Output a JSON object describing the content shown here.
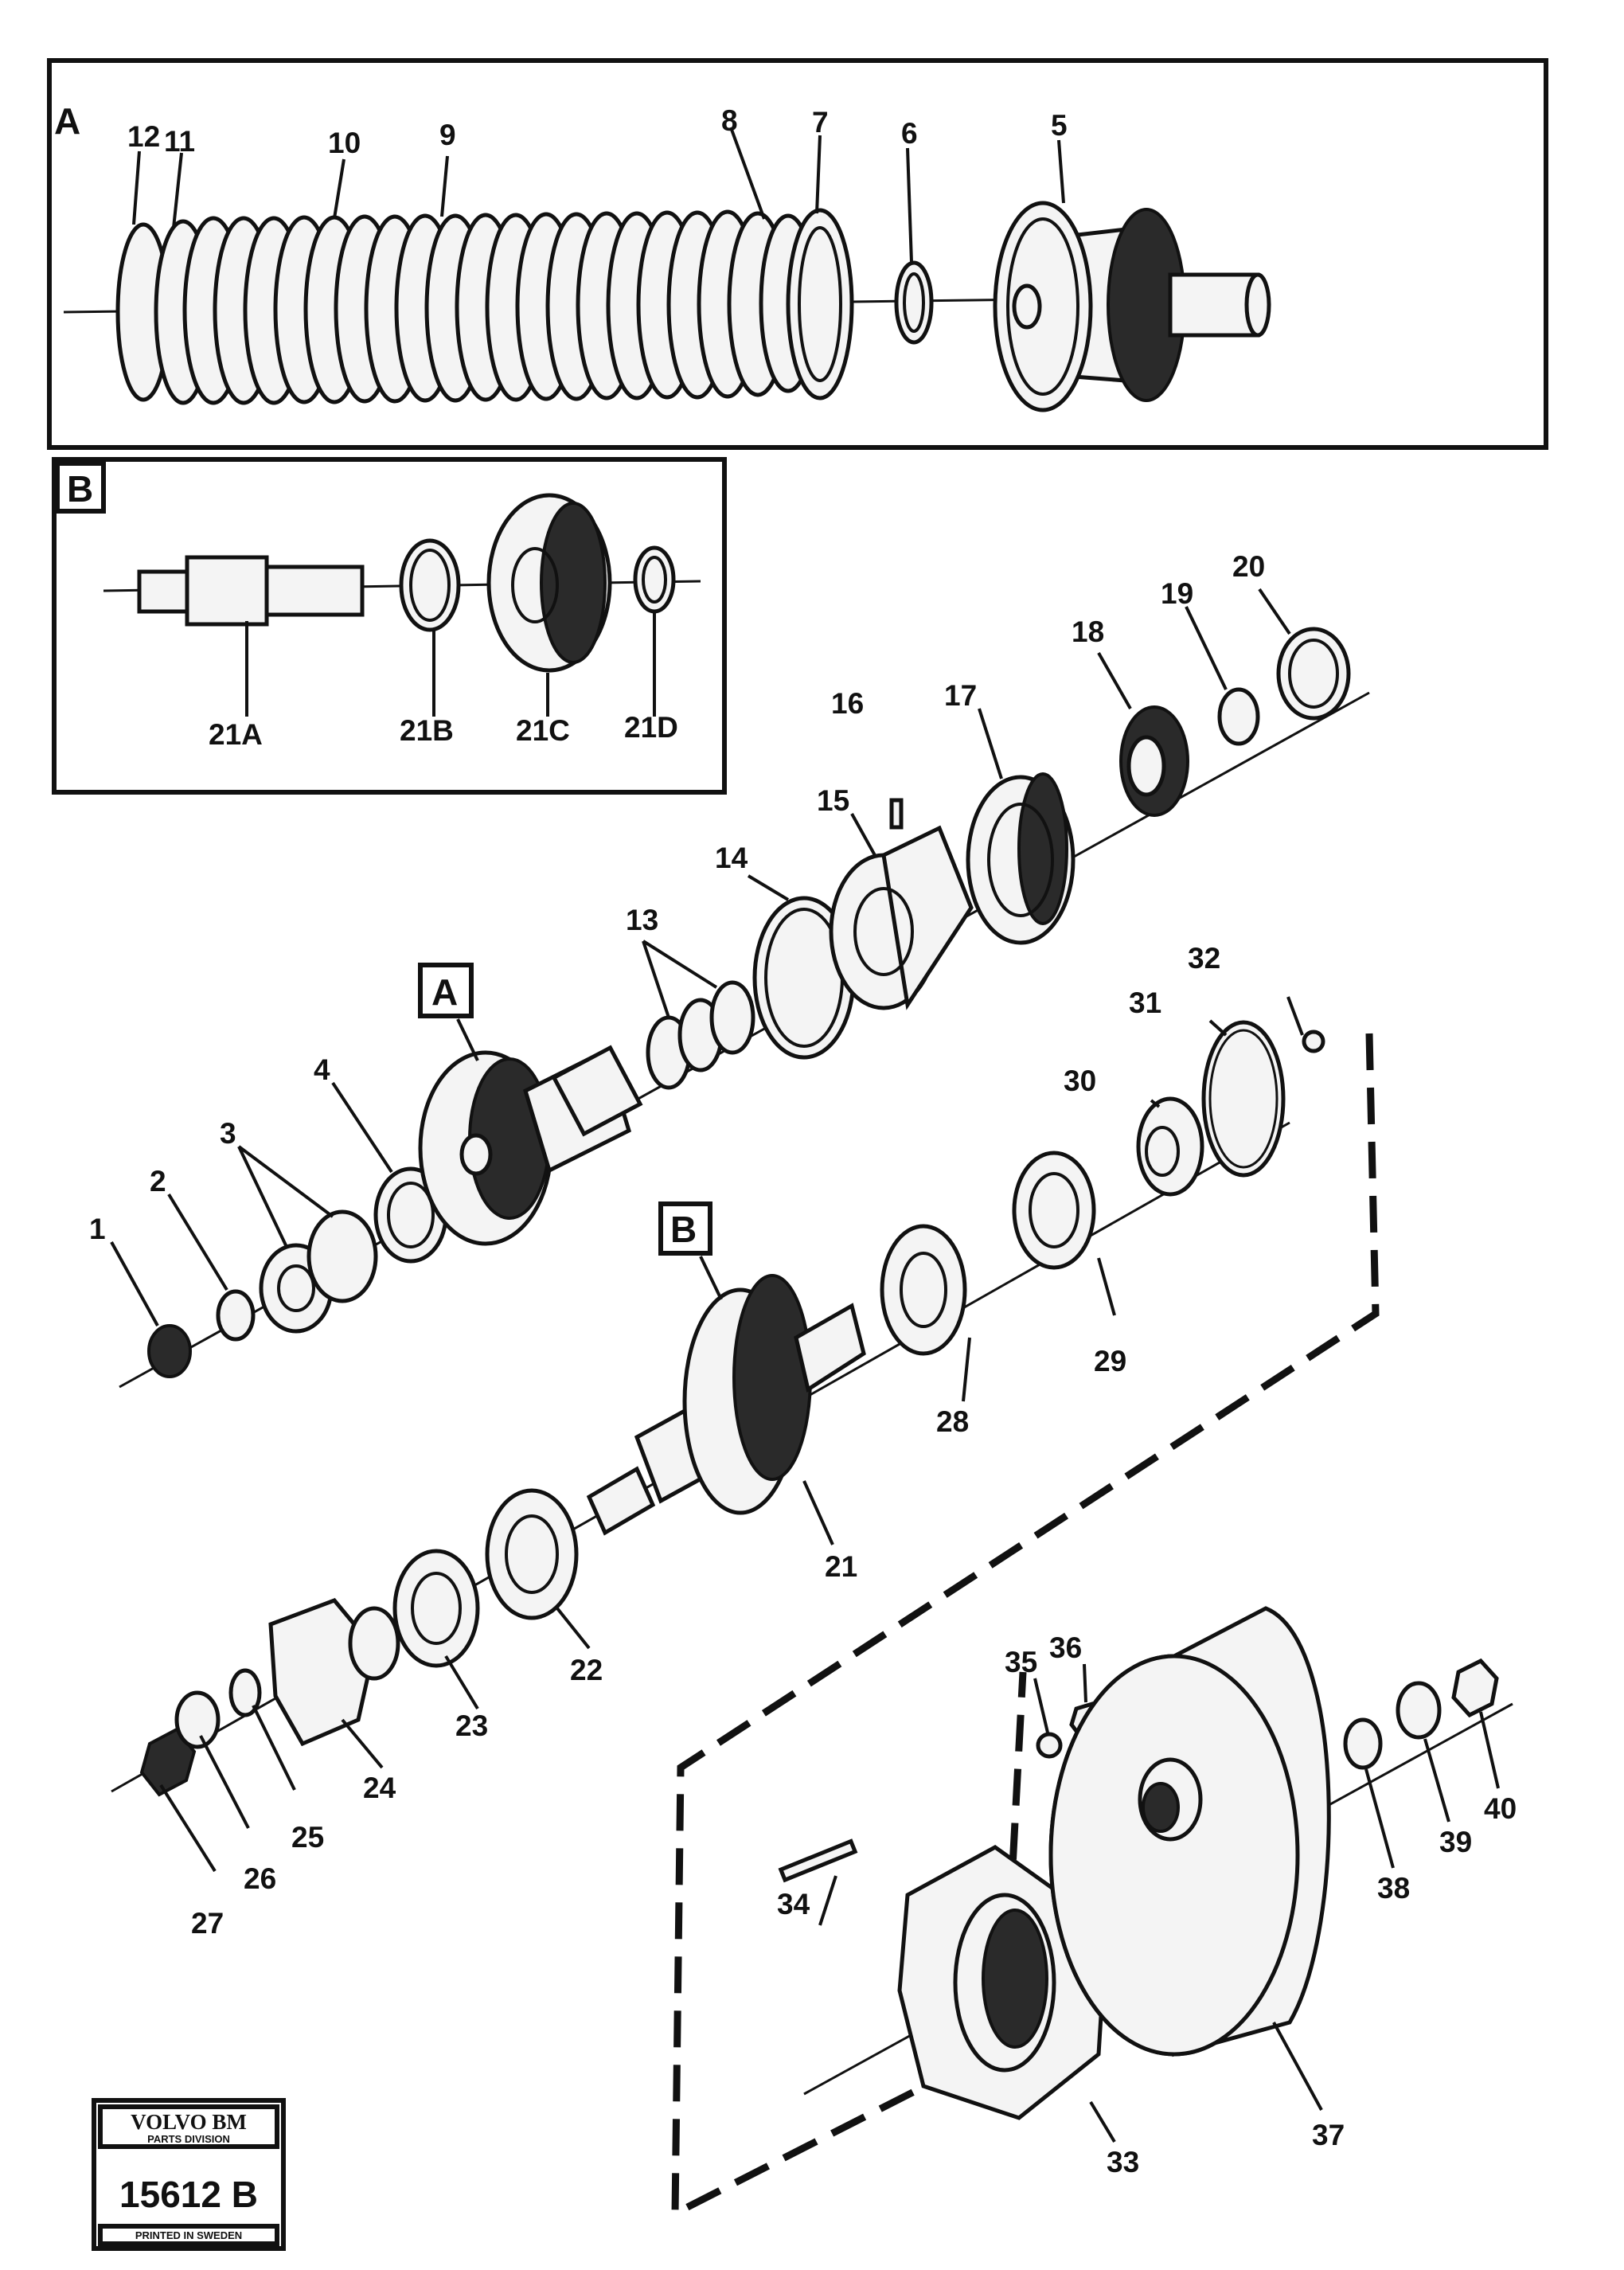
{
  "diagram": {
    "inset_a_tag": "A",
    "inset_b_tag": "B",
    "callout_a_tag": "A",
    "callout_b_tag": "B",
    "inset_a_labels": [
      "12",
      "11",
      "10",
      "9",
      "8",
      "7",
      "6",
      "5"
    ],
    "inset_b_labels": [
      "21A",
      "21B",
      "21C",
      "21D"
    ],
    "main_labels": [
      "1",
      "2",
      "3",
      "4",
      "13",
      "14",
      "15",
      "16",
      "17",
      "18",
      "19",
      "20",
      "21",
      "22",
      "23",
      "24",
      "25",
      "26",
      "27",
      "28",
      "29",
      "30",
      "31",
      "32",
      "33",
      "34",
      "35",
      "36",
      "37",
      "38",
      "39",
      "40"
    ]
  },
  "stamp": {
    "brand": "VOLVO BM",
    "division": "PARTS DIVISION",
    "number": "15612 B",
    "footer": "PRINTED IN SWEDEN"
  }
}
